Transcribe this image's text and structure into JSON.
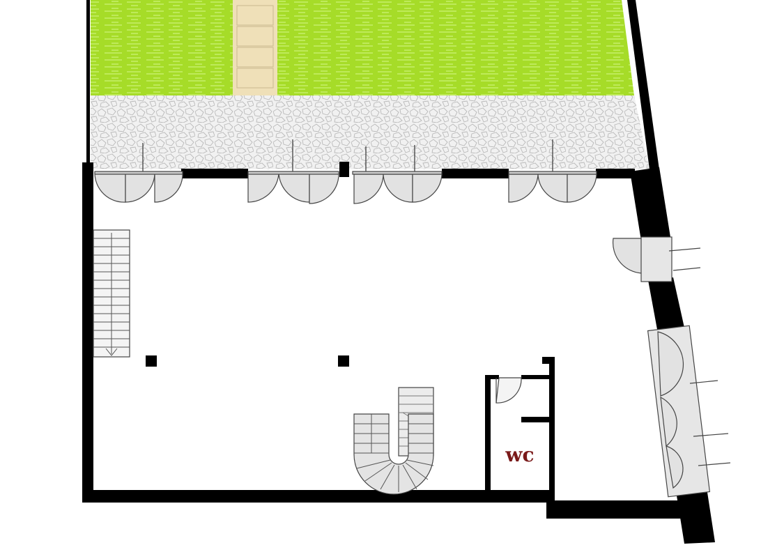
{
  "plan": {
    "rooms": [
      {
        "id": "wc",
        "label": "wc"
      }
    ],
    "areas": [
      {
        "id": "lawn",
        "kind": "grass"
      },
      {
        "id": "garden-path",
        "kind": "paving"
      },
      {
        "id": "terrace",
        "kind": "stone-paving"
      },
      {
        "id": "main-hall",
        "kind": "open-floor"
      }
    ],
    "stairs": [
      {
        "id": "straight-stair",
        "kind": "straight"
      },
      {
        "id": "spiral-stair",
        "kind": "u-shaped"
      }
    ],
    "colors": {
      "grass": "#a6dc28",
      "grass_stroke": "#c6ee6a",
      "path": "#efe0b8",
      "terrace": "#f1f1f1",
      "wall": "#000000",
      "door": "#dcdcdc",
      "wc_text": "#7a1a1a"
    }
  }
}
